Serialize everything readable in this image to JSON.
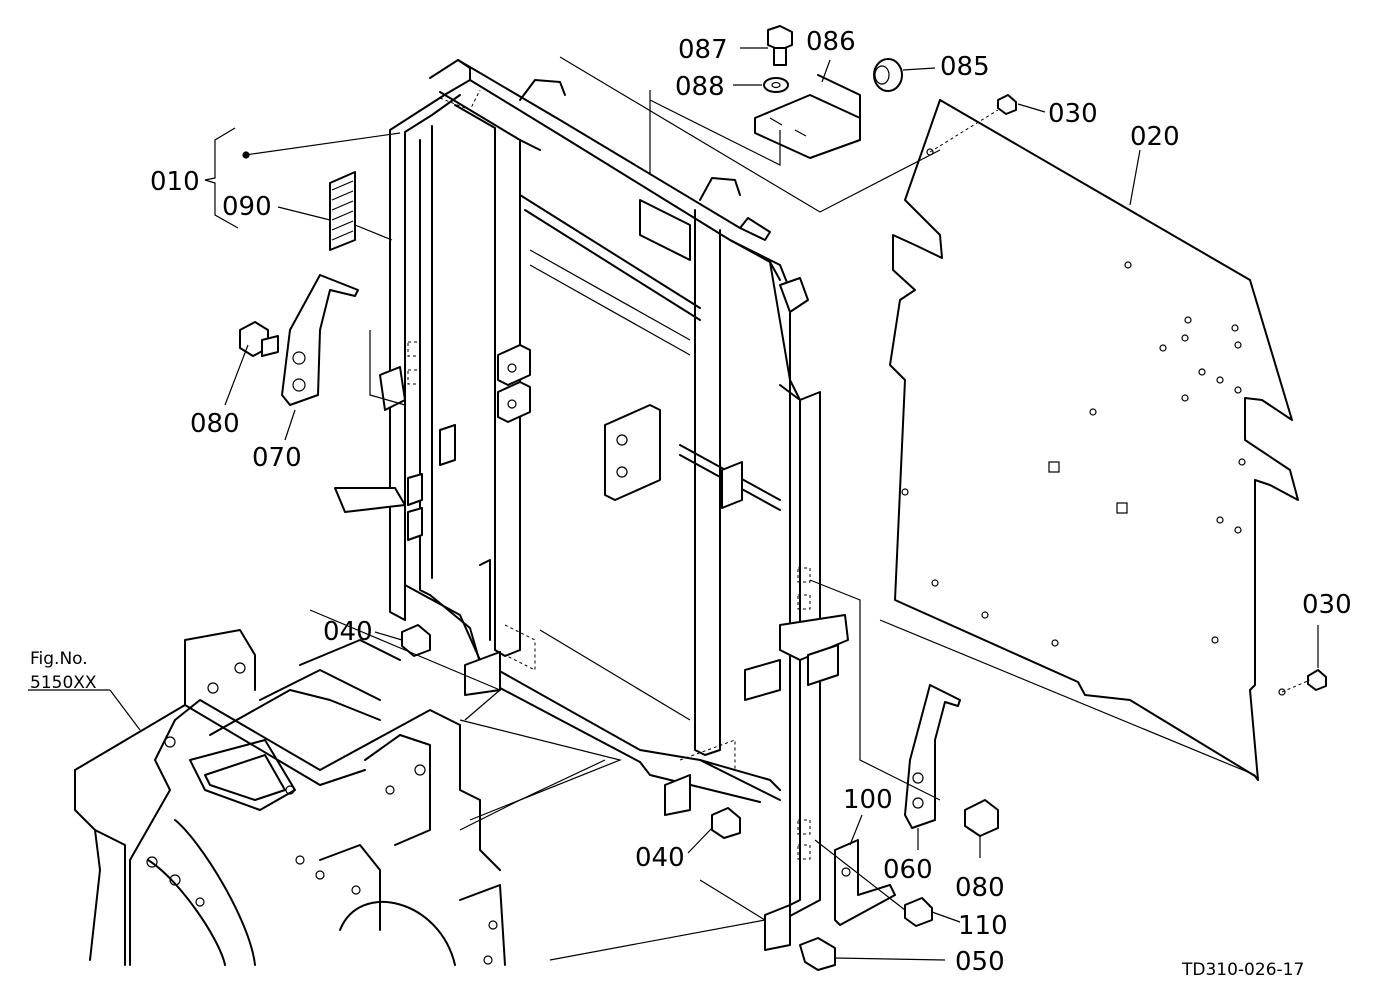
{
  "diagram": {
    "figure_ref_line1": "Fig.No.",
    "figure_ref_line2": "5150XX",
    "drawing_code": "TD310-026-17",
    "callouts": [
      {
        "id": "087",
        "text": "087"
      },
      {
        "id": "086",
        "text": "086"
      },
      {
        "id": "085",
        "text": "085"
      },
      {
        "id": "088",
        "text": "088"
      },
      {
        "id": "030a",
        "text": "030"
      },
      {
        "id": "020",
        "text": "020"
      },
      {
        "id": "010",
        "text": "010"
      },
      {
        "id": "090",
        "text": "090"
      },
      {
        "id": "080a",
        "text": "080"
      },
      {
        "id": "070",
        "text": "070"
      },
      {
        "id": "040a",
        "text": "040"
      },
      {
        "id": "030b",
        "text": "030"
      },
      {
        "id": "100",
        "text": "100"
      },
      {
        "id": "040b",
        "text": "040"
      },
      {
        "id": "060",
        "text": "060"
      },
      {
        "id": "080b",
        "text": "080"
      },
      {
        "id": "110",
        "text": "110"
      },
      {
        "id": "050",
        "text": "050"
      }
    ]
  }
}
